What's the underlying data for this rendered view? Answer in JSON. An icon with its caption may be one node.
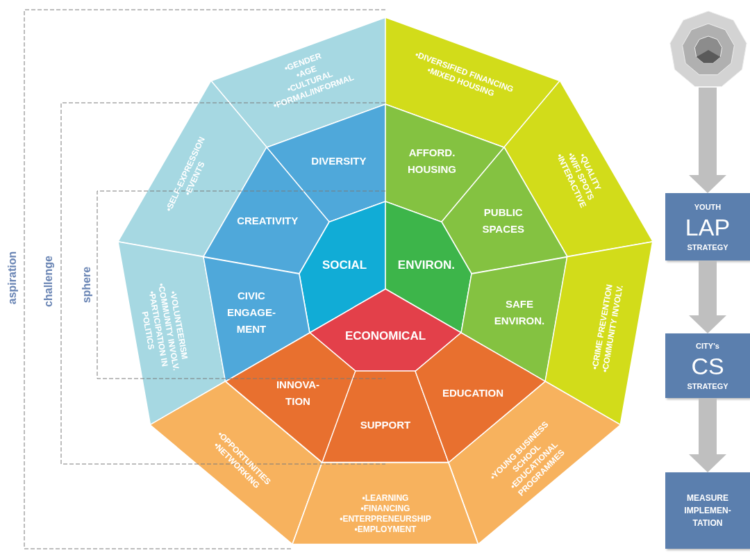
{
  "diagram": {
    "nodes": [
      {
        "text": [
          "•GENDER",
          "•AGE",
          "•CULTURAL",
          "•FORMAL/INFORMAL"
        ]
      },
      {
        "text": [
          "•DIVERSIFIED FINANCING",
          "•MIXED HOUSING"
        ]
      },
      {
        "text": [
          "DIVERSITY"
        ]
      },
      {
        "text": [
          "AFFORD. HOUSING"
        ]
      },
      {
        "text": [
          "•SELF-EXPRESSION",
          "•EVENTS"
        ]
      },
      {
        "text": [
          "•QUALITY",
          "•WIFI SPOTS",
          "•INTERACTIVE"
        ]
      },
      {
        "text": [
          "CREATIVITY"
        ]
      },
      {
        "text": [
          "PUBLIC SPACES"
        ]
      },
      {
        "text": [
          "SOCIAL"
        ]
      },
      {
        "text": [
          "ENVIRON."
        ]
      },
      {
        "text": [
          "•VOLUNTEERISM",
          "•COMMUNITY INVOLV.",
          "•PARTICIPATION IN POLITICS"
        ]
      },
      {
        "text": [
          "CIVIC ENGAGE- MENT"
        ]
      },
      {
        "text": [
          "SAFE ENVIRON."
        ]
      },
      {
        "text": [
          "•CRIME PREVENTION",
          "•COMMUNITY INVOLV."
        ]
      },
      {
        "text": [
          "ECONOMICAL"
        ]
      },
      {
        "text": [
          "INNOVA- TION"
        ]
      },
      {
        "text": [
          "SUPPORT"
        ]
      },
      {
        "text": [
          "EDUCATION"
        ]
      },
      {
        "text": [
          "•OPPORTUNITIES",
          "•NETWORKING"
        ]
      },
      {
        "text": [
          "•YOUNG BUSINESS SCHOOL",
          "•EDUCATIONAL PROGRAMMES"
        ]
      },
      {
        "text": [
          "•LEARNING",
          "•FINANCING",
          "•ENTERPRENEURSHIP",
          "•EMPLOYMENT"
        ]
      },
      {
        "text": [],
        "shape": "nonagon"
      },
      {
        "text": [
          "YOUTH",
          "LAP",
          "STRATEGY"
        ]
      },
      {
        "text": [
          "CITY's",
          "CS",
          "STRATEGY"
        ]
      },
      {
        "text": [
          "MEASURE IMPLEMEN- TATION"
        ]
      }
    ],
    "edges": [
      {
        "from": 21,
        "to": 22,
        "arrow": "to"
      },
      {
        "from": 22,
        "to": 23,
        "arrow": "to"
      },
      {
        "from": 23,
        "to": 24,
        "arrow": "to"
      }
    ],
    "labels": [
      "aspiration",
      "challenge",
      "sphere"
    ]
  }
}
